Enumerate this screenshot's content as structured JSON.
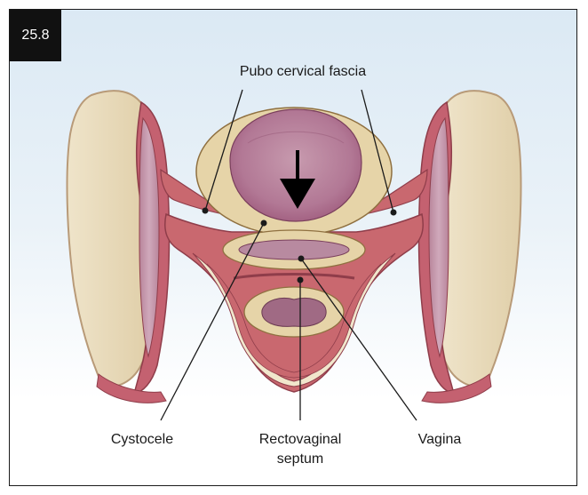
{
  "figure": {
    "number": "25.8"
  },
  "labels": {
    "top": "Pubo cervical fascia",
    "bottom_left": "Cystocele",
    "bottom_center_line1": "Rectovaginal",
    "bottom_center_line2": "septum",
    "bottom_right": "Vagina"
  },
  "colors": {
    "bone": "#e8d9b9",
    "bone_outline": "#b89a78",
    "fascia": "#c9686f",
    "organ": "#b56f8c",
    "background_top": "#dbe9f4",
    "background_bottom": "#ffffff"
  }
}
